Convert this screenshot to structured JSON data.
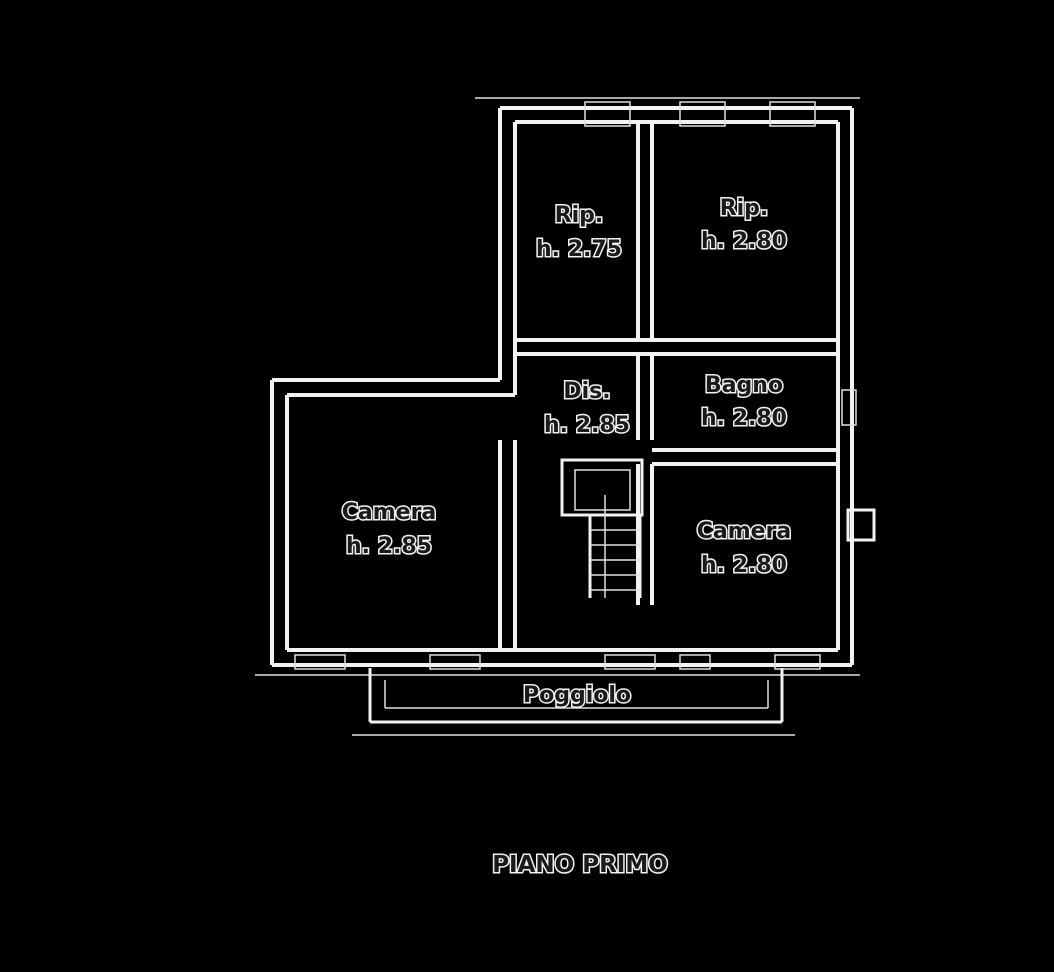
{
  "plan": {
    "title": "PIANO PRIMO",
    "rooms": {
      "rip_left": {
        "name": "Rip.",
        "height": "h. 2.75"
      },
      "rip_right": {
        "name": "Rip.",
        "height": "h. 2.80"
      },
      "dis": {
        "name": "Dis.",
        "height": "h. 2.85"
      },
      "bagno": {
        "name": "Bagno",
        "height": "h. 2.80"
      },
      "camera_left": {
        "name": "Camera",
        "height": "h. 2.85"
      },
      "camera_right": {
        "name": "Camera",
        "height": "h. 2.80"
      },
      "poggiolo": {
        "name": "Poggiolo"
      }
    }
  },
  "colors": {
    "background": "#000000",
    "lines": "#f2f2f2",
    "text": "#1a1a1a"
  }
}
